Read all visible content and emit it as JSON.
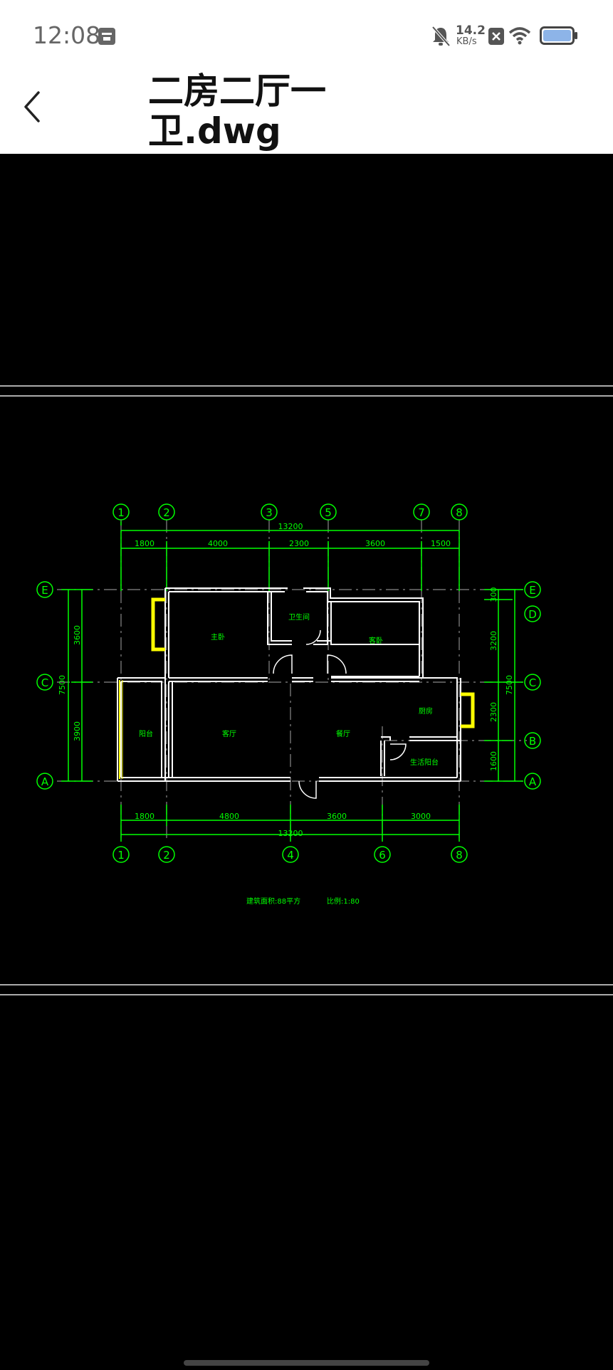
{
  "status": {
    "time": "12:08",
    "net_speed_value": "14.2",
    "net_speed_unit": "KB/s",
    "icons": [
      "calendar-icon",
      "mute-bell-icon",
      "close-badge-icon",
      "wifi-icon",
      "battery-icon"
    ]
  },
  "header": {
    "title": "二房二厅一卫.dwg",
    "back_icon": "chevron-left-icon"
  },
  "drawing": {
    "colors": {
      "grid": "#00ff00",
      "wall": "#ffffff",
      "window": "#ffff00",
      "background": "#000000"
    },
    "axes_top": [
      "1",
      "2",
      "3",
      "5",
      "7",
      "8"
    ],
    "axes_bottom": [
      "1",
      "2",
      "4",
      "6",
      "8"
    ],
    "axes_left": [
      "E",
      "C",
      "A"
    ],
    "axes_right": [
      "E",
      "D",
      "C",
      "B",
      "A"
    ],
    "top_total": "13200",
    "top_dims": [
      "1800",
      "4000",
      "2300",
      "3600",
      "1500"
    ],
    "bottom_dims": [
      "1800",
      "4800",
      "3600",
      "3000"
    ],
    "bottom_total": "13200",
    "left_total": "7500",
    "left_dims": [
      "3600",
      "3900"
    ],
    "right_total": "7500",
    "right_dims": [
      "300",
      "3200",
      "2300",
      "1600"
    ],
    "rooms": [
      "主卧",
      "卫生间",
      "客卧",
      "阳台",
      "客厅",
      "餐厅",
      "厨房",
      "生活阳台"
    ],
    "caption_area": "建筑面积:88平方",
    "caption_scale": "比例:1:80"
  }
}
